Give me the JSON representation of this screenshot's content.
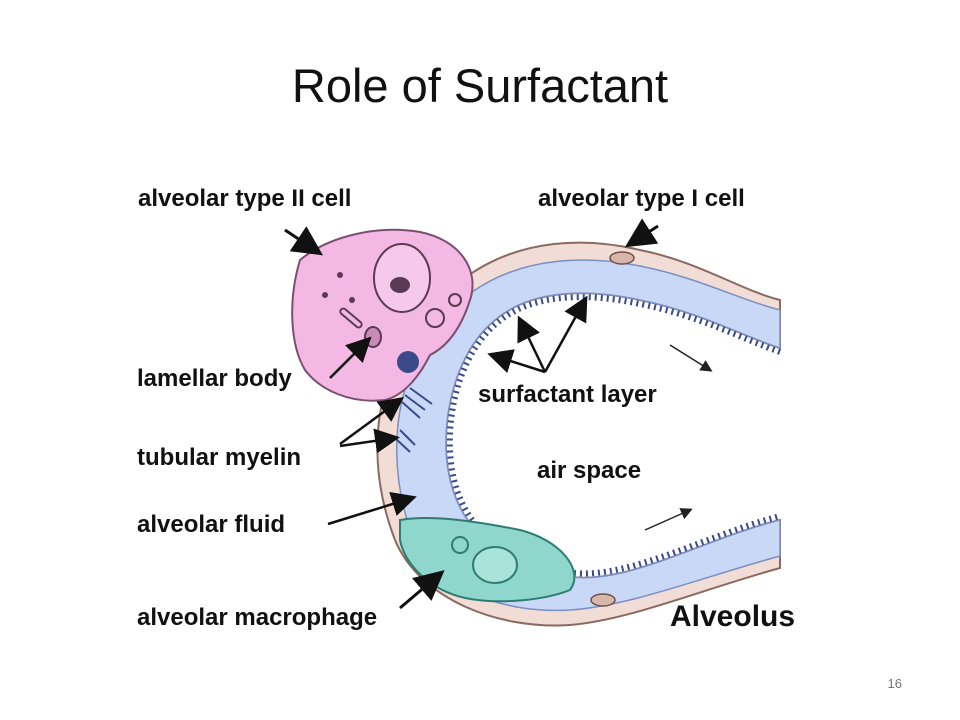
{
  "slide": {
    "title": "Role of Surfactant",
    "page_number": "16"
  },
  "diagram": {
    "labels": {
      "type2_cell": "alveolar type II cell",
      "type1_cell": "alveolar type I cell",
      "lamellar_body": "lamellar body",
      "surfactant_layer": "surfactant layer",
      "tubular_myelin": "tubular myelin",
      "air_space": "air space",
      "alveolar_fluid": "alveolar fluid",
      "macrophage": "alveolar macrophage",
      "alveolus": "Alveolus"
    },
    "colors": {
      "type2_cell": "#f4b8e4",
      "alveolar_fluid": "#c9d8f7",
      "macrophage": "#8fd6cc",
      "membrane": "#f2ddd6",
      "surfactant": "#3a4a8a"
    }
  }
}
